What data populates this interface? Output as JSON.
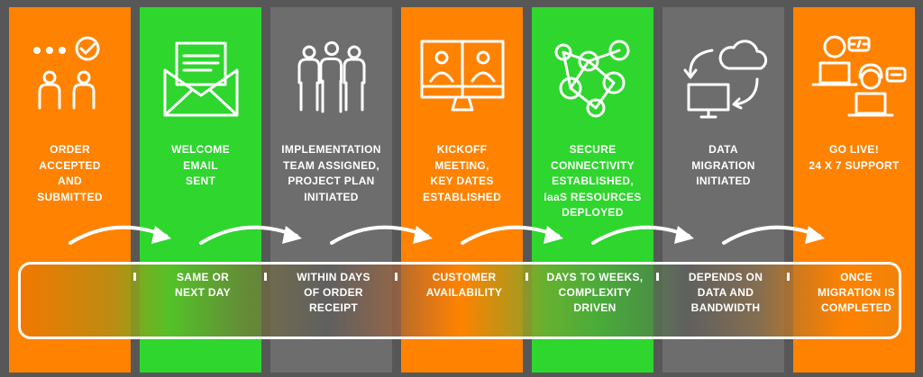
{
  "colors": {
    "orange": "#ff8200",
    "green": "#2ed62e",
    "gray": "#6d6d6d",
    "background": "#575757",
    "white": "#ffffff"
  },
  "steps": [
    {
      "title": "ORDER\nACCEPTED\nAND\nSUBMITTED",
      "color": "orange",
      "icon": "order-people-check-icon"
    },
    {
      "title": "WELCOME\nEMAIL\nSENT",
      "color": "green",
      "icon": "envelope-icon"
    },
    {
      "title": "IMPLEMENTATION\nTEAM ASSIGNED,\nPROJECT PLAN\nINITIATED",
      "color": "gray",
      "icon": "team-icon"
    },
    {
      "title": "KICKOFF\nMEETING,\nKEY DATES\nESTABLISHED",
      "color": "orange",
      "icon": "video-meeting-icon"
    },
    {
      "title": "SECURE\nCONNECTIVITY\nESTABLISHED,\nIaaS RESOURCES\nDEPLOYED",
      "color": "green",
      "icon": "network-icon"
    },
    {
      "title": "DATA\nMIGRATION\nINITIATED",
      "color": "gray",
      "icon": "cloud-migration-icon"
    },
    {
      "title": "GO LIVE!\n24 X 7 SUPPORT",
      "color": "orange",
      "icon": "support-agents-icon"
    }
  ],
  "durations": [
    "SAME OR\nNEXT DAY",
    "WITHIN DAYS\nOF ORDER\nRECEIPT",
    "CUSTOMER\nAVAILABILITY",
    "DAYS TO WEEKS,\nCOMPLEXITY\nDRIVEN",
    "DEPENDS ON\nDATA AND\nBANDWIDTH",
    "ONCE\nMIGRATION IS\nCOMPLETED"
  ]
}
